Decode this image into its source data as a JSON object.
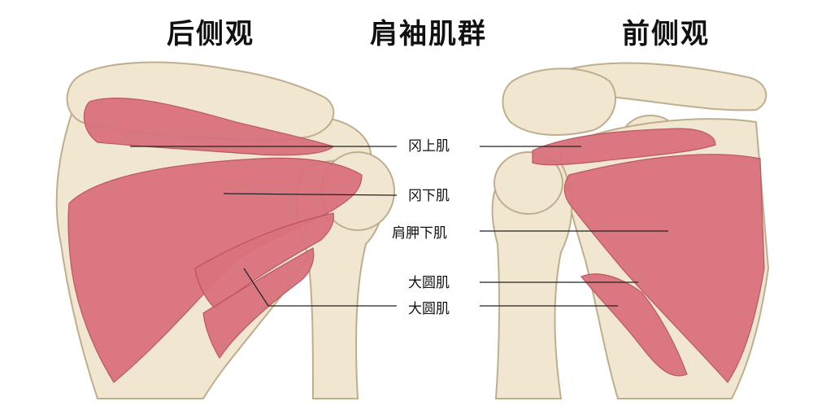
{
  "titles": {
    "posterior_view": "后侧观",
    "main": "肩袖肌群",
    "anterior_view": "前侧观"
  },
  "labels": [
    "冈上肌",
    "冈下肌",
    "肩胛下肌",
    "大圆肌",
    "大圆肌"
  ],
  "colors": {
    "bone": "#f1e6cf",
    "bone_edge": "#bfae8e",
    "bone_shadow": "#d9c9a6",
    "muscle": "#d9727c",
    "muscle_dark": "#b9505b",
    "tendon": "#f6eee8",
    "leader_line": "#222222"
  }
}
